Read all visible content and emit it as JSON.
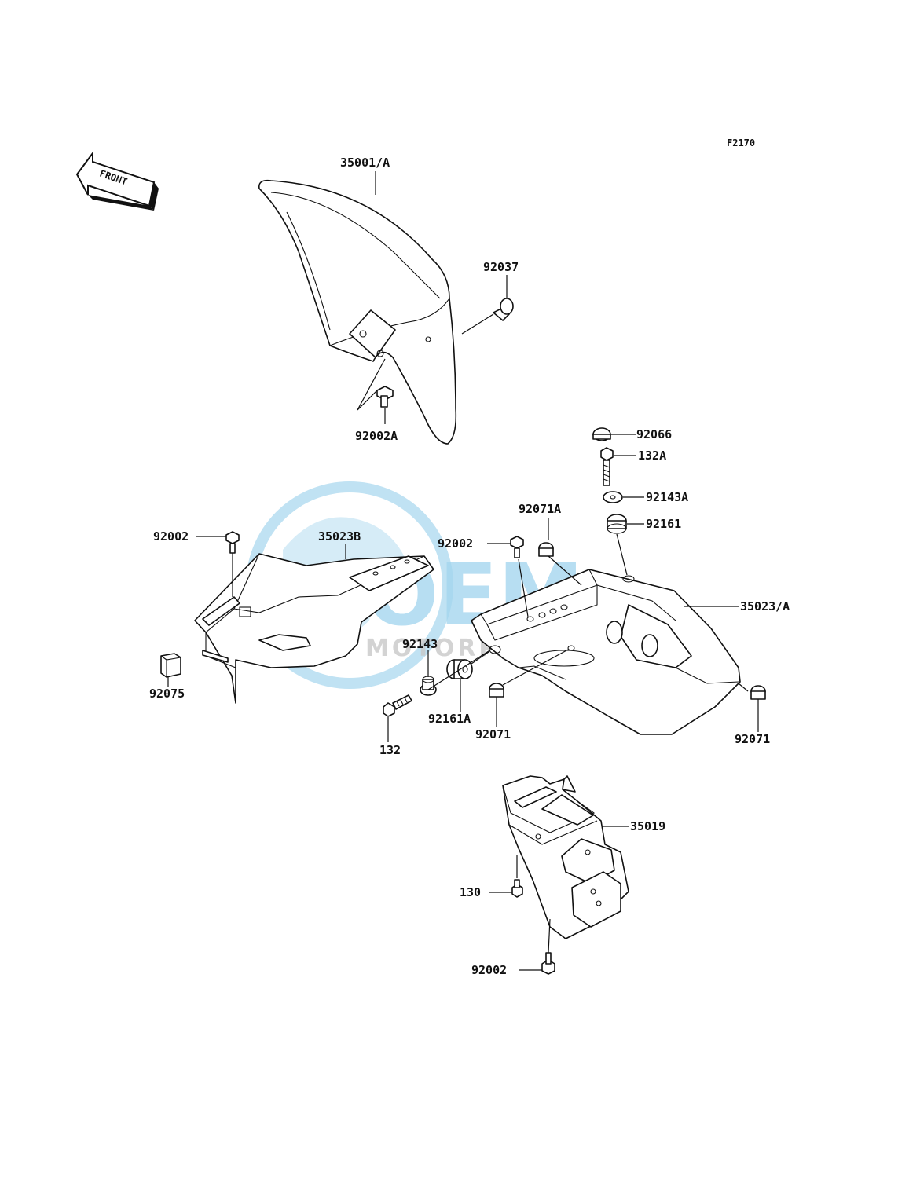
{
  "figure_code": "F2170",
  "front_badge": "FRONT",
  "watermark": {
    "logo": "OEM",
    "tagline": "MOTORPARTS",
    "color": "#5ab4e0"
  },
  "parts": {
    "front_fender": "35001/A",
    "front_fender_clamp": "92037",
    "front_fender_bolt": "92002A",
    "cap": "92066",
    "bolt_132a": "132A",
    "collar_92143a": "92143A",
    "grommet_92161": "92161",
    "nut_92071a": "92071A",
    "rear_fender_bolt_right": "92002",
    "rear_fender": "35023/A",
    "inner_fender": "35023B",
    "inner_fender_bolt": "92002",
    "pad": "92075",
    "collar_92143": "92143",
    "bolt_132": "132",
    "grommet_92161a": "92161A",
    "nut_92071_center": "92071",
    "nut_92071_right": "92071",
    "flap": "35019",
    "bolt_130": "130",
    "flap_bolt": "92002"
  }
}
